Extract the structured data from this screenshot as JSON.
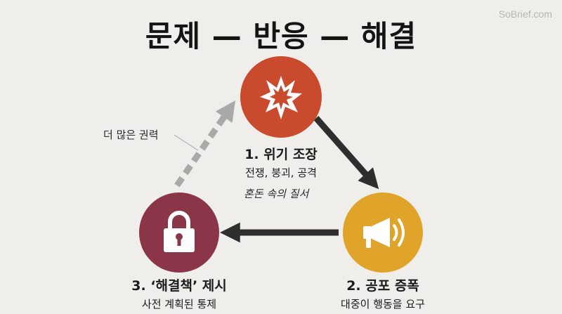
{
  "brand": "SoBrief.com",
  "title": "문제 — 반응 — 해결",
  "stages": [
    {
      "title": "1. 위기 조장",
      "subtitle": "전쟁, 붕괴, 공격",
      "icon": "explosion-icon",
      "color": "#c94a2c"
    },
    {
      "title": "2. 공포 증폭",
      "subtitle": "대중이 행동을 요구",
      "icon": "megaphone-icon",
      "color": "#e0a42a"
    },
    {
      "title": "3. ‘해결책’ 제시",
      "subtitle": "사전 계획된 통제",
      "icon": "padlock-icon",
      "color": "#8a3648"
    }
  ],
  "center_note": "혼돈 속의 질서",
  "side_note": "더 많은 권력",
  "colors": {
    "background": "#efeeea",
    "arrow": "#2e2e2e",
    "dashed_arrow": "#a9a9a9",
    "text": "#1b1b1b"
  }
}
